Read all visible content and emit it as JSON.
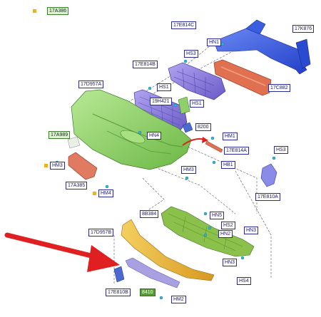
{
  "diagram": {
    "labels": {
      "top_left": "17A386",
      "bracket_upper_right": "17E814C",
      "reinforcement": "17K876",
      "grille_upper": "17E814B",
      "energy_absorber": "17C882",
      "bumper_cover": "17D957A",
      "grille_lower": "19H421",
      "bracket_small": "17A989",
      "emblem": "8200",
      "bracket_side_right": "17E814A",
      "side_bracket_far_right": "17E810A",
      "retainer_left": "17A385",
      "lower_absorber": "8B384",
      "lower_lip": "17D957B",
      "bracket_lower_left": "17E810B",
      "lower_spoiler": "8410"
    },
    "fasteners": {
      "hn1": "HN1",
      "hs3_top": "HS3",
      "hs1_a": "HS1",
      "hs1_b": "HS1",
      "hn4": "HN4",
      "hm1": "HM1",
      "hb1": "HB1",
      "hs3_right": "HS3",
      "hm3_mid": "HM3",
      "hm3_left": "HM3",
      "hm4": "HM4",
      "hn5": "HN5",
      "hs2": "HS2",
      "hn2": "HN2",
      "hn3_a": "HN3",
      "hn3_b": "HN3",
      "hs4": "HS4",
      "hm2": "HM2"
    },
    "colors": {
      "bumper_cover": "#8fd06a",
      "grille": "#8a7ad8",
      "reinforcement": "#3a5ee0",
      "absorber": "#e07050",
      "lower_absorber": "#8bc04a",
      "lower_lip": "#e8b830",
      "spoiler": "#a8a0e0",
      "pointer_arrow": "#e02020"
    }
  }
}
